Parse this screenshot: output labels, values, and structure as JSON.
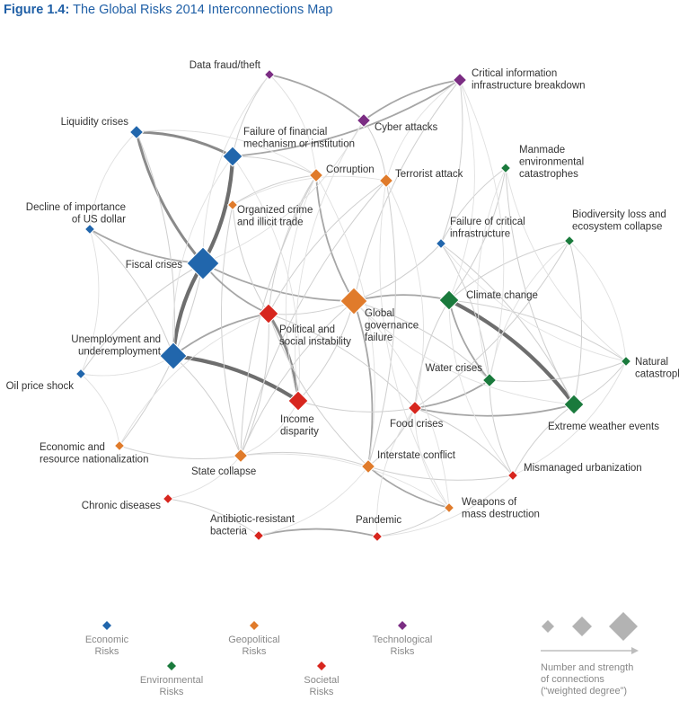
{
  "title": {
    "prefix": "Figure 1.4:",
    "text": " The Global Risks 2014 Interconnections Map"
  },
  "colors": {
    "economic": "#2166ac",
    "geopolitical": "#e07b2b",
    "technological": "#7b2d83",
    "environmental": "#1a7a3c",
    "societal": "#d7261e",
    "legend_gray": "#b3b3b3"
  },
  "nodes": [
    {
      "id": "data-fraud",
      "label": [
        "Data fraud/theft"
      ],
      "category": "technological",
      "weight": 1
    },
    {
      "id": "cii-breakdown",
      "label": [
        "Critical information",
        "infrastructure breakdown"
      ],
      "category": "technological",
      "weight": 2
    },
    {
      "id": "cyber-attacks",
      "label": [
        "Cyber attacks"
      ],
      "category": "technological",
      "weight": 2
    },
    {
      "id": "liquidity-crises",
      "label": [
        "Liquidity crises"
      ],
      "category": "economic",
      "weight": 2
    },
    {
      "id": "financial-failure",
      "label": [
        "Failure of financial",
        "mechanism or institution"
      ],
      "category": "economic",
      "weight": 3
    },
    {
      "id": "corruption",
      "label": [
        "Corruption"
      ],
      "category": "geopolitical",
      "weight": 2
    },
    {
      "id": "terrorist-attack",
      "label": [
        "Terrorist attack"
      ],
      "category": "geopolitical",
      "weight": 2
    },
    {
      "id": "manmade-env",
      "label": [
        "Manmade",
        "environmental",
        "catastrophes"
      ],
      "category": "environmental",
      "weight": 1
    },
    {
      "id": "organized-crime",
      "label": [
        "Organized crime",
        "and illicit trade"
      ],
      "category": "geopolitical",
      "weight": 1
    },
    {
      "id": "us-dollar",
      "label": [
        "Decline of importance",
        "of US dollar"
      ],
      "category": "economic",
      "weight": 1
    },
    {
      "id": "critical-infra",
      "label": [
        "Failure of critical",
        "infrastructure"
      ],
      "category": "economic",
      "weight": 1
    },
    {
      "id": "biodiversity",
      "label": [
        "Biodiversity loss and",
        "ecosystem collapse"
      ],
      "category": "environmental",
      "weight": 1
    },
    {
      "id": "fiscal-crises",
      "label": [
        "Fiscal crises"
      ],
      "category": "economic",
      "weight": 5
    },
    {
      "id": "global-governance",
      "label": [
        "Global",
        "governance",
        "failure"
      ],
      "category": "geopolitical",
      "weight": 4
    },
    {
      "id": "climate-change",
      "label": [
        "Climate change"
      ],
      "category": "environmental",
      "weight": 3
    },
    {
      "id": "political-instability",
      "label": [
        "Political and",
        "social instability"
      ],
      "category": "societal",
      "weight": 3
    },
    {
      "id": "unemployment",
      "label": [
        "Unemployment and",
        "underemployment"
      ],
      "category": "economic",
      "weight": 4
    },
    {
      "id": "oil-price",
      "label": [
        "Oil price shock"
      ],
      "category": "economic",
      "weight": 1
    },
    {
      "id": "natural-catastrophes",
      "label": [
        "Natural",
        "catastrophes"
      ],
      "category": "environmental",
      "weight": 1
    },
    {
      "id": "water-crises",
      "label": [
        "Water crises"
      ],
      "category": "environmental",
      "weight": 2
    },
    {
      "id": "income-disparity",
      "label": [
        "Income",
        "disparity"
      ],
      "category": "societal",
      "weight": 3
    },
    {
      "id": "food-crises",
      "label": [
        "Food crises"
      ],
      "category": "societal",
      "weight": 2
    },
    {
      "id": "extreme-weather",
      "label": [
        "Extreme weather events"
      ],
      "category": "environmental",
      "weight": 3
    },
    {
      "id": "econ-nationalization",
      "label": [
        "Economic and",
        "resource nationalization"
      ],
      "category": "geopolitical",
      "weight": 1
    },
    {
      "id": "state-collapse",
      "label": [
        "State collapse"
      ],
      "category": "geopolitical",
      "weight": 2
    },
    {
      "id": "interstate-conflict",
      "label": [
        "Interstate conflict"
      ],
      "category": "geopolitical",
      "weight": 2
    },
    {
      "id": "mismanaged-urban",
      "label": [
        "Mismanaged urbanization"
      ],
      "category": "societal",
      "weight": 1
    },
    {
      "id": "chronic-diseases",
      "label": [
        "Chronic diseases"
      ],
      "category": "societal",
      "weight": 1
    },
    {
      "id": "weapons-md",
      "label": [
        "Weapons of",
        "mass destruction"
      ],
      "category": "geopolitical",
      "weight": 1
    },
    {
      "id": "antibiotic",
      "label": [
        "Antibiotic-resistant",
        "bacteria"
      ],
      "category": "societal",
      "weight": 1
    },
    {
      "id": "pandemic",
      "label": [
        "Pandemic"
      ],
      "category": "societal",
      "weight": 1
    }
  ],
  "edges": [
    [
      "liquidity-crises",
      "financial-failure",
      3
    ],
    [
      "liquidity-crises",
      "fiscal-crises",
      3
    ],
    [
      "financial-failure",
      "fiscal-crises",
      4
    ],
    [
      "fiscal-crises",
      "unemployment",
      4
    ],
    [
      "unemployment",
      "income-disparity",
      4
    ],
    [
      "income-disparity",
      "political-instability",
      3
    ],
    [
      "climate-change",
      "extreme-weather",
      4
    ],
    [
      "climate-change",
      "water-crises",
      2
    ],
    [
      "water-crises",
      "food-crises",
      2
    ],
    [
      "food-crises",
      "extreme-weather",
      2
    ],
    [
      "cyber-attacks",
      "cii-breakdown",
      2
    ],
    [
      "cyber-attacks",
      "data-fraud",
      2
    ],
    [
      "antibiotic",
      "pandemic",
      2
    ],
    [
      "fiscal-crises",
      "global-governance",
      2
    ],
    [
      "global-governance",
      "climate-change",
      2
    ],
    [
      "us-dollar",
      "fiscal-crises",
      2
    ],
    [
      "unemployment",
      "political-instability",
      2
    ],
    [
      "corruption",
      "global-governance",
      2
    ],
    [
      "cii-breakdown",
      "financial-failure",
      2
    ],
    [
      "interstate-conflict",
      "weapons-md",
      2
    ],
    [
      "global-governance",
      "interstate-conflict",
      2
    ],
    [
      "extreme-weather",
      "natural-catastrophes",
      1
    ],
    [
      "climate-change",
      "natural-catastrophes",
      1
    ],
    [
      "biodiversity",
      "climate-change",
      1
    ],
    [
      "biodiversity",
      "food-crises",
      1
    ],
    [
      "food-crises",
      "political-instability",
      1
    ],
    [
      "critical-infra",
      "global-governance",
      1
    ],
    [
      "terrorist-attack",
      "political-instability",
      1
    ],
    [
      "state-collapse",
      "global-governance",
      1
    ],
    [
      "state-collapse",
      "political-instability",
      1
    ],
    [
      "organized-crime",
      "corruption",
      1
    ],
    [
      "organized-crime",
      "state-collapse",
      1
    ],
    [
      "oil-price",
      "fiscal-crises",
      1
    ],
    [
      "econ-nationalization",
      "fiscal-crises",
      1
    ],
    [
      "mismanaged-urban",
      "water-crises",
      1
    ],
    [
      "mismanaged-urban",
      "food-crises",
      1
    ],
    [
      "manmade-env",
      "climate-change",
      1
    ],
    [
      "manmade-env",
      "critical-infra",
      1
    ],
    [
      "terrorist-attack",
      "interstate-conflict",
      1
    ],
    [
      "data-fraud",
      "financial-failure",
      1
    ],
    [
      "cii-breakdown",
      "critical-infra",
      1
    ],
    [
      "income-disparity",
      "food-crises",
      1
    ],
    [
      "unemployment",
      "state-collapse",
      1
    ],
    [
      "political-instability",
      "interstate-conflict",
      1
    ],
    [
      "global-governance",
      "water-crises",
      1
    ],
    [
      "interstate-conflict",
      "mismanaged-urban",
      1
    ],
    [
      "state-collapse",
      "interstate-conflict",
      1
    ],
    [
      "pandemic",
      "weapons-md",
      1
    ],
    [
      "chronic-diseases",
      "antibiotic",
      1
    ],
    [
      "corruption",
      "state-collapse",
      1
    ],
    [
      "liquidity-crises",
      "unemployment",
      1
    ],
    [
      "fiscal-crises",
      "political-instability",
      2
    ],
    [
      "global-governance",
      "political-instability",
      1
    ],
    [
      "extreme-weather",
      "mismanaged-urban",
      1
    ],
    [
      "critical-infra",
      "extreme-weather",
      1
    ],
    [
      "water-crises",
      "natural-catastrophes",
      1
    ],
    [
      "cyber-attacks",
      "terrorist-attack",
      1
    ],
    [
      "cii-breakdown",
      "global-governance",
      1
    ],
    [
      "us-dollar",
      "unemployment",
      1
    ],
    [
      "econ-nationalization",
      "state-collapse",
      1
    ],
    [
      "food-crises",
      "interstate-conflict",
      1
    ],
    [
      "climate-change",
      "food-crises",
      1
    ],
    [
      "global-governance",
      "income-disparity",
      1
    ],
    [
      "terrorist-attack",
      "state-collapse",
      1
    ],
    [
      "critical-infra",
      "water-crises",
      1
    ],
    [
      "manmade-env",
      "extreme-weather",
      1
    ],
    [
      "biodiversity",
      "extreme-weather",
      1
    ],
    [
      "corruption",
      "political-instability",
      1
    ],
    [
      "financial-failure",
      "corruption",
      1
    ],
    [
      "organized-crime",
      "political-instability",
      1
    ]
  ],
  "legend": {
    "categories": [
      {
        "key": "economic",
        "label": [
          "Economic",
          "Risks"
        ]
      },
      {
        "key": "environmental",
        "label": [
          "Environmental",
          "Risks"
        ]
      },
      {
        "key": "geopolitical",
        "label": [
          "Geopolitical",
          "Risks"
        ]
      },
      {
        "key": "societal",
        "label": [
          "Societal",
          "Risks"
        ]
      },
      {
        "key": "technological",
        "label": [
          "Technological",
          "Risks"
        ]
      }
    ],
    "weight_note": [
      "Number and strength",
      "of connections",
      "(“weighted degree”)"
    ]
  }
}
